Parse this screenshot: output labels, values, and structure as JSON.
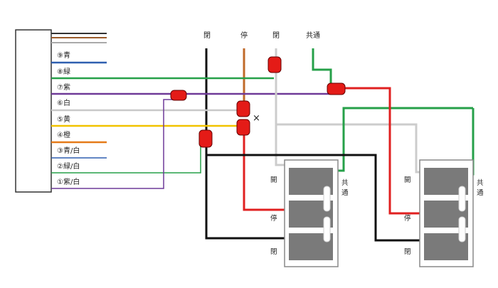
{
  "wire_labels": [
    "⑨青",
    "⑧緑",
    "⑦紫",
    "⑥白",
    "⑤黄",
    "④橙",
    "③青/白",
    "②緑/白",
    "①紫/白"
  ],
  "top_labels": [
    "閉",
    "停",
    "閉",
    "共通"
  ],
  "cross_mark": "×",
  "switch_left": {
    "open": "開",
    "common": [
      "共",
      "通"
    ],
    "stop": "停",
    "close": "閉"
  },
  "switch_right": {
    "open": "開",
    "common": [
      "共",
      "通"
    ],
    "stop": "停",
    "close": "閉"
  },
  "colors": {
    "blue": "#2f5fb0",
    "green": "#26a049",
    "purple": "#6f3a98",
    "white": "#c8c8c8",
    "yellow": "#f1c300",
    "orange": "#e57a19",
    "black": "#111111",
    "red": "#e02020",
    "brown": "#9a5a2a",
    "connector": "#e41b17",
    "switch_body": "#7a7a7a"
  }
}
